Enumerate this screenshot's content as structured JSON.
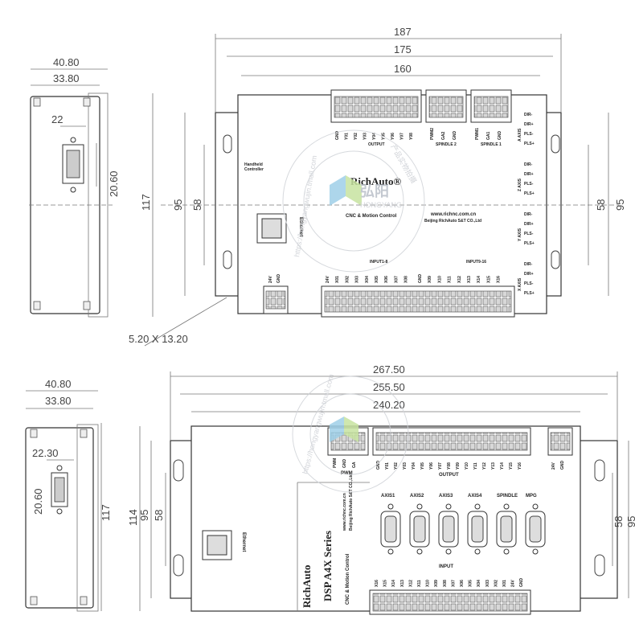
{
  "top_view": {
    "dims": [
      "187",
      "175",
      "160",
      "95",
      "58",
      "58",
      "95"
    ],
    "side_dims": [
      "40.80",
      "33.80",
      "22",
      "20.60",
      "117"
    ],
    "slot_label": "5.20 X 13.20",
    "brand": "RichAuto",
    "brand_mark": "®",
    "tagline": "CNC & Motion Control",
    "url": "www.richnc.com.cn",
    "company": "Beijing RichAuto S&T CO.,Ltd",
    "ethernet": "Ethernet",
    "handheld": [
      "Handheld",
      "Controller"
    ],
    "output_pins": [
      "GND",
      "Y01",
      "Y02",
      "Y03",
      "Y04",
      "Y05",
      "Y06",
      "Y07",
      "Y08"
    ],
    "output_label": "OUTPUT",
    "spindle2_pins": [
      "PWM2",
      "GA2",
      "GND"
    ],
    "spindle2_label": "SPINDLE 2",
    "spindle1_pins": [
      "PWM1",
      "GA1",
      "GND"
    ],
    "spindle1_label": "SPINDLE 1",
    "axis_groups": [
      {
        "name": "A AXIS",
        "pins": [
          "DIR-",
          "DIR+",
          "PLS-",
          "PLS+"
        ]
      },
      {
        "name": "Z AXIS",
        "pins": [
          "DIR-",
          "DIR+",
          "PLS-",
          "PLS+"
        ]
      },
      {
        "name": "Y AXIS",
        "pins": [
          "DIR-",
          "DIR+",
          "PLS-",
          "PLS+"
        ]
      },
      {
        "name": "X AXIS",
        "pins": [
          "DIR-",
          "DIR+",
          "PLS-",
          "PLS+"
        ]
      }
    ],
    "input1_label": "INPUT1-8",
    "input1_pins": [
      "24V",
      "X01",
      "X02",
      "X03",
      "X04",
      "X05",
      "X06",
      "X07",
      "X08"
    ],
    "input2_label": "INPUT9-16",
    "input2_pins": [
      "GND",
      "X09",
      "X10",
      "X11",
      "X12",
      "X13",
      "X14",
      "X15",
      "X16"
    ],
    "power_pins": [
      "24V",
      "GND"
    ]
  },
  "bottom_view": {
    "dims": [
      "267.50",
      "255.50",
      "240.20",
      "114",
      "95",
      "58",
      "58",
      "95"
    ],
    "side_dims": [
      "40.80",
      "33.80",
      "22.30",
      "20.60",
      "117"
    ],
    "pwm_label": "PWM",
    "pwm_pins": [
      "PWM",
      "GND",
      "GA"
    ],
    "output_label": "OUTPUT",
    "output_pins": [
      "GND",
      "Y01",
      "Y02",
      "Y03",
      "Y04",
      "Y05",
      "Y06",
      "Y07",
      "Y08",
      "Y09",
      "Y10",
      "Y11",
      "Y12",
      "Y13",
      "Y14",
      "Y15",
      "Y16"
    ],
    "power_pins": [
      "24V",
      "GND"
    ],
    "db_labels": [
      "AXIS1",
      "AXIS2",
      "AXIS3",
      "AXIS4",
      "SPINDLE",
      "MPG"
    ],
    "input_label": "INPUT",
    "input_pins": [
      "X16",
      "X15",
      "X14",
      "X13",
      "X12",
      "X11",
      "X10",
      "X09",
      "X08",
      "X07",
      "X06",
      "X05",
      "X04",
      "X03",
      "X02",
      "X01",
      "24V",
      "GND"
    ],
    "brand": "RichAuto",
    "series": "DSP A4X Series",
    "tagline": "CNC & Motion Control",
    "url": "www.richnc.com.cn",
    "company": "Beijing RichAuto S&T CO.,Ltd",
    "ethernet": "Ethernet"
  },
  "watermark": {
    "url": "https://hongyangwujin.tmall.com",
    "cn": "弘阳",
    "en": "HONGYANG",
    "ring_text": "产品实物拍摄"
  }
}
